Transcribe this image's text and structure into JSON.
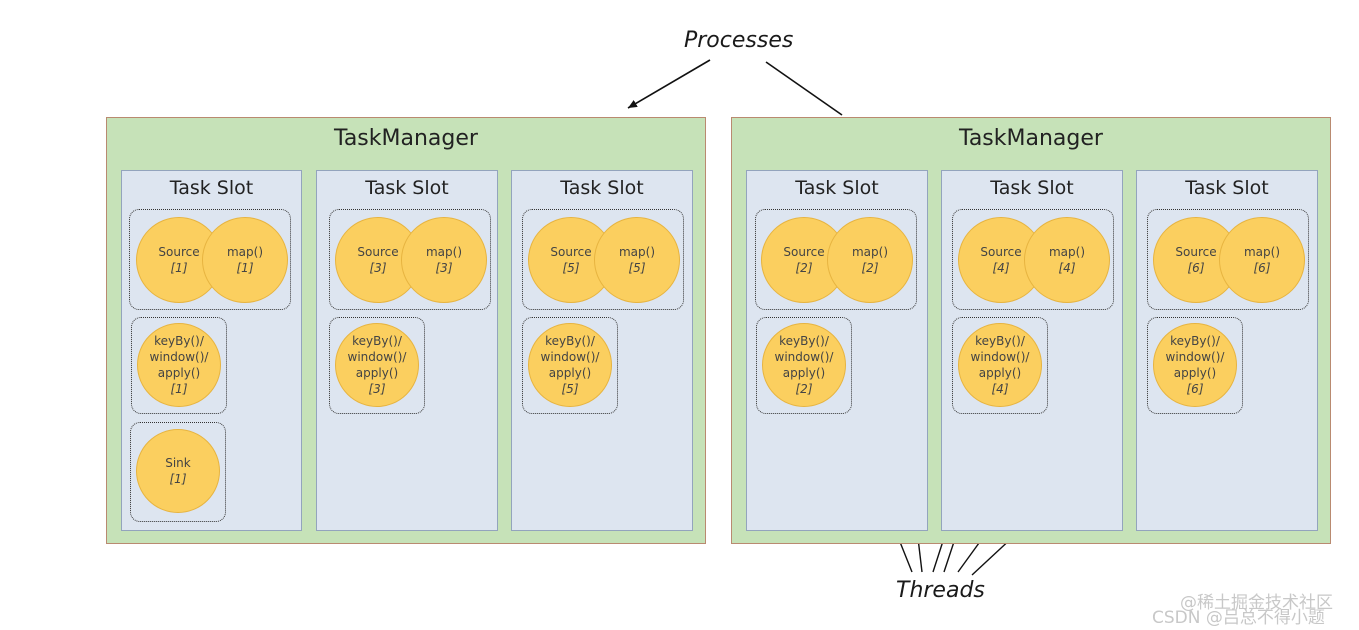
{
  "labels": {
    "processes": "Processes",
    "threads": "Threads"
  },
  "taskmanagers": [
    {
      "title": "TaskManager",
      "slots": [
        {
          "title": "Task Slot",
          "source": "Source",
          "source_idx": "[1]",
          "map": "map()",
          "map_idx": "[1]",
          "keyby": "keyBy()/\nwindow()/\napply()",
          "keyby_idx": "[1]",
          "sink": "Sink",
          "sink_idx": "[1]"
        },
        {
          "title": "Task Slot",
          "source": "Source",
          "source_idx": "[3]",
          "map": "map()",
          "map_idx": "[3]",
          "keyby": "keyBy()/\nwindow()/\napply()",
          "keyby_idx": "[3]"
        },
        {
          "title": "Task Slot",
          "source": "Source",
          "source_idx": "[5]",
          "map": "map()",
          "map_idx": "[5]",
          "keyby": "keyBy()/\nwindow()/\napply()",
          "keyby_idx": "[5]"
        }
      ]
    },
    {
      "title": "TaskManager",
      "slots": [
        {
          "title": "Task Slot",
          "source": "Source",
          "source_idx": "[2]",
          "map": "map()",
          "map_idx": "[2]",
          "keyby": "keyBy()/\nwindow()/\napply()",
          "keyby_idx": "[2]"
        },
        {
          "title": "Task Slot",
          "source": "Source",
          "source_idx": "[4]",
          "map": "map()",
          "map_idx": "[4]",
          "keyby": "keyBy()/\nwindow()/\napply()",
          "keyby_idx": "[4]"
        },
        {
          "title": "Task Slot",
          "source": "Source",
          "source_idx": "[6]",
          "map": "map()",
          "map_idx": "[6]",
          "keyby": "keyBy()/\nwindow()/\napply()",
          "keyby_idx": "[6]"
        }
      ]
    }
  ],
  "watermark": {
    "line1": "@稀土掘金技术社区",
    "line2": "CSDN @吕总不得小题"
  },
  "colors": {
    "taskmanager_bg": "#c6e2b8",
    "slot_bg": "#dde5f0",
    "operator_fill": "#fbcf5f"
  }
}
